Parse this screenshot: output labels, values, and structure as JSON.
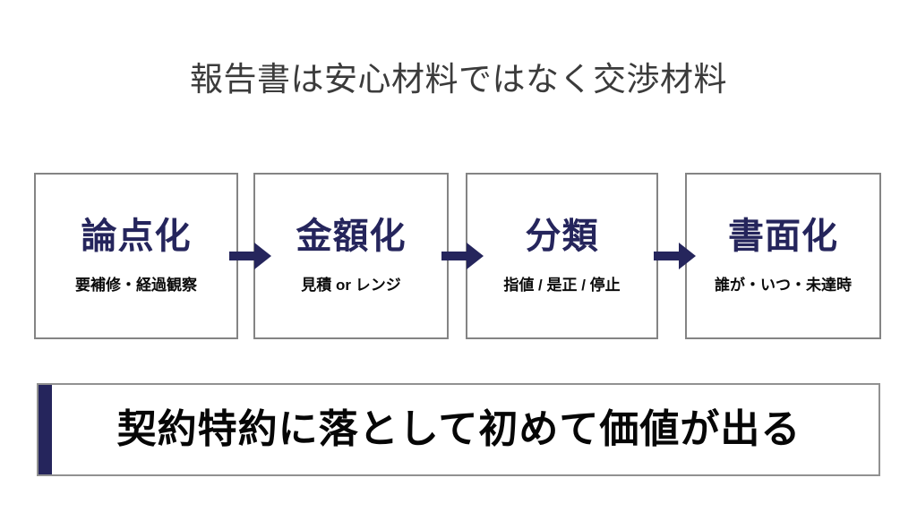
{
  "slide": {
    "title": "報告書は安心材料ではなく交渉材料",
    "background_color": "#ffffff",
    "accent_color": "#25255c",
    "border_color": "#848484",
    "title_color": "#3b3b3b"
  },
  "flow": {
    "arrow_icon_name": "right-arrow-icon",
    "arrow_color": "#25255c",
    "steps": [
      {
        "heading": "論点化",
        "subtitle": "要補修・経過観察"
      },
      {
        "heading": "金額化",
        "subtitle": "見積 or レンジ"
      },
      {
        "heading": "分類",
        "subtitle": "指値 / 是正 / 停止"
      },
      {
        "heading": "書面化",
        "subtitle": "誰が・いつ・未達時"
      }
    ]
  },
  "banner": {
    "text": "契約特約に落として初めて価値が出る",
    "accent_color": "#25255c"
  }
}
